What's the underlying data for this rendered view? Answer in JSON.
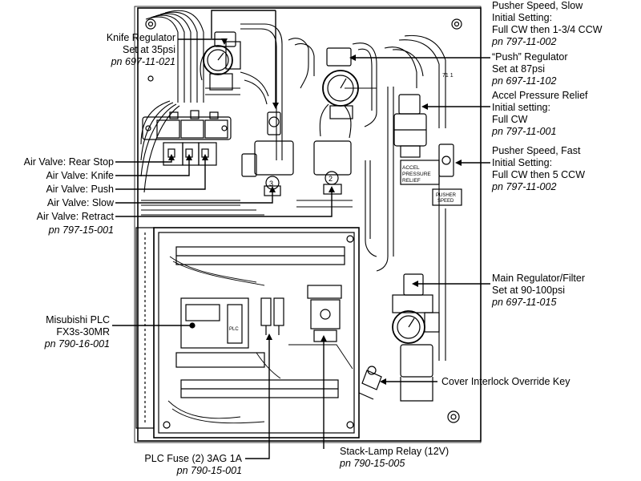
{
  "callouts": {
    "knife_regulator": {
      "line1": "Knife Regulator",
      "line2": "Set at 35psi",
      "pn": "pn 697-11-021"
    },
    "pusher_speed_slow": {
      "line1": "Pusher Speed, Slow",
      "line2": "Initial Setting:",
      "line3": "Full CW then 1-3/4 CCW",
      "pn": "pn 797-11-002"
    },
    "push_regulator": {
      "line1": "“Push” Regulator",
      "line2": "Set at 87psi",
      "pn": "pn 697-11-102"
    },
    "accel_relief": {
      "line1": "Accel Pressure Relief",
      "line2": "Initial setting:",
      "line3": "Full CW",
      "pn": "pn 797-11-001"
    },
    "pusher_speed_fast": {
      "line1": "Pusher Speed, Fast",
      "line2": "Initial Setting:",
      "line3": "Full CW then 5 CCW",
      "pn": "pn 797-11-002"
    },
    "air_valves": {
      "rear_stop": "Air Valve: Rear Stop",
      "knife": "Air Valve: Knife",
      "push": "Air Valve: Push",
      "slow": "Air Valve: Slow",
      "retract": "Air Valve: Retract",
      "pn": "pn 797-15-001"
    },
    "main_regulator": {
      "line1": "Main Regulator/Filter",
      "line2": "Set at 90-100psi",
      "pn": "pn 697-11-015"
    },
    "plc": {
      "line1": "Misubishi PLC",
      "line2": "FX3s-30MR",
      "pn": "pn 790-16-001"
    },
    "interlock_key": {
      "line1": "Cover Interlock Override Key"
    },
    "plc_fuse": {
      "line1": "PLC Fuse (2) 3AG 1A",
      "pn": "pn 790-15-001"
    },
    "stack_relay": {
      "line1": "Stack-Lamp Relay (12V)",
      "pn": "pn 790-15-005"
    }
  },
  "panel_labels": {
    "accel_relief": [
      "ACCEL",
      "PRESSURE",
      "RELIEF"
    ],
    "pusher_speed": [
      "PUSHER",
      "SPEED"
    ],
    "plc_tag": "PLC",
    "valve_num_3": "3",
    "valve_num_2": "2",
    "corner_mark": "71 1"
  }
}
